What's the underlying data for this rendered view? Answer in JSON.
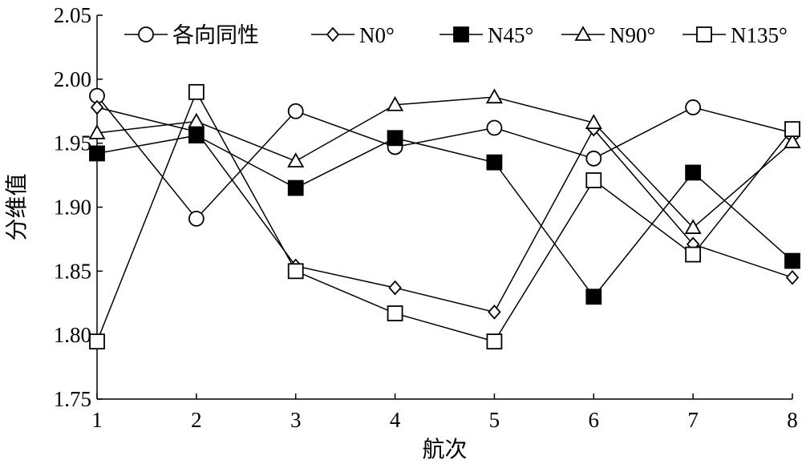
{
  "chart_data": {
    "type": "line",
    "title": "",
    "xlabel": "航次",
    "ylabel": "分维值",
    "x": [
      1,
      2,
      3,
      4,
      5,
      6,
      7,
      8
    ],
    "xlim": [
      1,
      8
    ],
    "ylim": [
      1.75,
      2.05
    ],
    "yticks": [
      "1.75",
      "1.80",
      "1.85",
      "1.90",
      "1.95",
      "2.00",
      "2.05"
    ],
    "xticks": [
      "1",
      "2",
      "3",
      "4",
      "5",
      "6",
      "7",
      "8"
    ],
    "grid": false,
    "legend_position": "top",
    "series": [
      {
        "name": "各向同性",
        "marker": "circle-open",
        "values": [
          1.987,
          1.891,
          1.975,
          1.947,
          1.962,
          1.938,
          1.978,
          1.958
        ]
      },
      {
        "name": "N0°",
        "marker": "diamond-open",
        "values": [
          1.978,
          1.959,
          1.854,
          1.837,
          1.818,
          1.961,
          1.871,
          1.845
        ]
      },
      {
        "name": "N45°",
        "marker": "square-filled",
        "values": [
          1.942,
          1.956,
          1.915,
          1.954,
          1.935,
          1.83,
          1.927,
          1.858
        ]
      },
      {
        "name": "N90°",
        "marker": "triangle-open",
        "values": [
          1.958,
          1.967,
          1.936,
          1.98,
          1.986,
          1.966,
          1.884,
          1.951
        ]
      },
      {
        "name": "N135°",
        "marker": "square-open",
        "values": [
          1.795,
          1.99,
          1.85,
          1.817,
          1.795,
          1.921,
          1.863,
          1.961
        ]
      }
    ],
    "colors": {
      "line": "#000000",
      "marker_fill": "#ffffff",
      "marker_filled": "#000000"
    }
  }
}
